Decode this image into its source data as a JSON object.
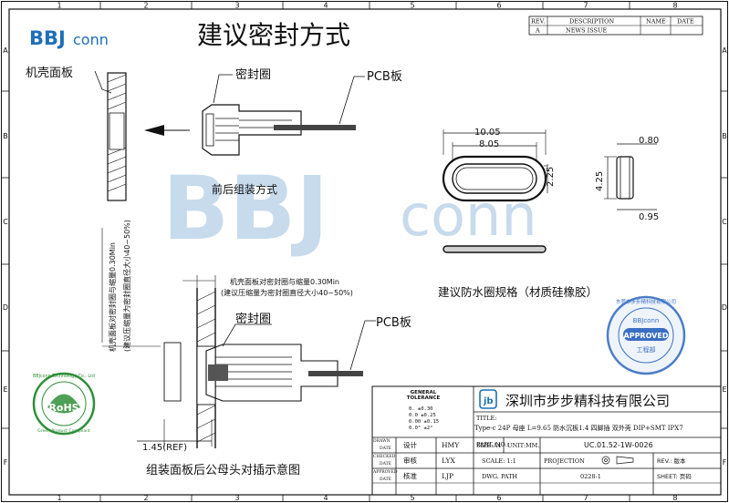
{
  "brand": {
    "logo_text": "BBJconn",
    "wordmark": "BBJ",
    "wordmark_tail": "conn"
  },
  "title": "建议密封方式",
  "grid": {
    "top_cols": [
      "1",
      "2",
      "3",
      "4",
      "5",
      "6",
      "7",
      "8"
    ],
    "side_rows": [
      "A",
      "B",
      "C",
      "D",
      "E",
      "F"
    ]
  },
  "revision_table": {
    "headers": [
      "REV.",
      "DESCRIPTION",
      "NAME",
      "DATE"
    ],
    "rows": [
      [
        "A",
        "NEWS ISSUE",
        "",
        ""
      ]
    ]
  },
  "labels": {
    "panel": "机壳面板",
    "seal_ring_top": "密封圈",
    "pcb_top": "PCB板",
    "assembly_method": "前后组装方式",
    "seal_spec": "建议防水圈规格（材质硅橡胶）",
    "panel_gap_note_1": "机壳面板对密封圈与缩量0.30Min",
    "panel_gap_note_2": "(建议压缩量为密封圈直径大小40~50%)",
    "vertical_note_1": "机壳面板对密封圈与缩量0.30Min",
    "vertical_note_2": "(建议压缩量为密封圈直径大小40~50%)",
    "seal_ring_bottom": "密封圈",
    "pcb_bottom": "PCB板",
    "ref_dim": "1.45(REF)",
    "assembly_caption": "组装面板后公母头对插示意图"
  },
  "dimensions": {
    "outer_width": "10.05",
    "inner_width": "8.05",
    "inner_height": "2.25",
    "outer_height": "4.25",
    "thickness": "0.80",
    "lip": "0.95"
  },
  "tolerance": {
    "title": "GENERAL",
    "subtitle": "TOLERANCE",
    "rows": [
      "0.    ±0.30",
      "0.0   ±0.25",
      "0.00  ±0.15",
      "0.0°  ±2°"
    ]
  },
  "stamps": {
    "rohs_ring": "BBJconn Technology Co., Ltd",
    "rohs_center": "RoHS",
    "rohs_bottom": "Green Product Compliant",
    "approved_ring": "东莞市步步精科技有限公司",
    "approved_center": "APPROVED",
    "approved_sub": "工程部",
    "approved_logo": "BBJconn"
  },
  "title_block": {
    "company": "深圳市步步精科技有限公司",
    "title_label": "TITLE:",
    "title_value": "Type-c 24P 母座 L=9.65 防水沉板1.4 四脚插  双外壳 DIP+SMT IPX7",
    "part_no_label": "PART. NO.:",
    "part_no": "UC.01.52-1W-0026",
    "drawn_label": "DRAWN",
    "drawn_role": "设计",
    "drawn_name": "HMY",
    "checked_label": "CHECKED",
    "checked_role": "审核",
    "checked_name": "LYX",
    "approved_label": "APPROVED",
    "approved_role": "核准",
    "approved_name": "LJP",
    "date_label": "DATE",
    "size": "SIZE:A4",
    "unit": "UNIT:MM.",
    "scale": "SCALE: 1:1",
    "dwg": "DWG.   PATH",
    "projection": "PROJECTION",
    "rev": "REV.: 版本",
    "sheet": "SHEET: 页码",
    "dwg_no": "0228-1"
  },
  "colors": {
    "line": "#111111",
    "watermark": "#9bbfe0",
    "stamp_green": "#2f8f3a",
    "stamp_blue": "#3a6fc2"
  }
}
